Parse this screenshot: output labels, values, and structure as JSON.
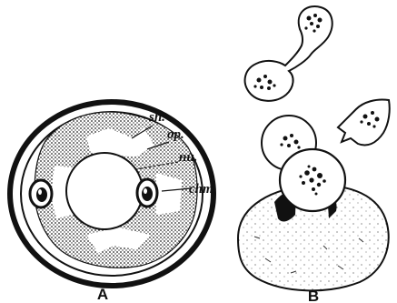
{
  "figure": {
    "panel_a": {
      "caption": "A",
      "labels": {
        "sh": "sh.",
        "op": "op.",
        "nu": "nu.",
        "chm": "chm."
      }
    },
    "panel_b": {
      "caption": "B"
    }
  },
  "colors": {
    "ink": "#111111",
    "paper": "#ffffff"
  }
}
